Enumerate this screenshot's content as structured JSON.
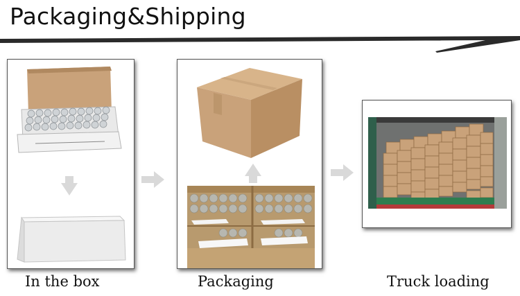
{
  "header": {
    "title": "Packaging&Shipping"
  },
  "steps": [
    {
      "caption": "In the box"
    },
    {
      "caption": "Packaging"
    },
    {
      "caption": "Truck loading"
    }
  ],
  "colors": {
    "title_bar": "#2a2a2a",
    "arrow": "#d9d9d9",
    "frame_border": "#555555",
    "carton": "#c9a27a"
  },
  "icons": {
    "flow_arrow": "arrow-right-icon",
    "down_arrow": "arrow-down-icon",
    "up_arrow": "arrow-up-icon"
  }
}
